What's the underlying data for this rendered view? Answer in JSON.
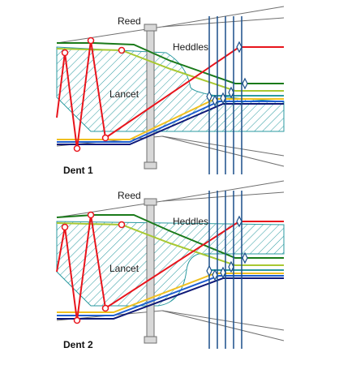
{
  "colors": {
    "red": "#e8141c",
    "dark_green": "#1a7a1a",
    "light_green": "#a8c832",
    "yellow": "#f0c020",
    "blue": "#1f5fd0",
    "navy": "#0f1a78",
    "teal": "#2a9aa0",
    "heddle": "#1a4f8a",
    "grey": "#6f6f6f",
    "reed_fill": "#d8d8d8"
  },
  "diagrams": [
    {
      "reed_label": "Reed",
      "heddles_label": "Heddles",
      "lancet_label": "Lancet",
      "dent_label": "Dent 1"
    },
    {
      "reed_label": "Reed",
      "heddles_label": "Heddles",
      "lancet_label": "Lancet",
      "dent_label": "Dent 2"
    }
  ]
}
